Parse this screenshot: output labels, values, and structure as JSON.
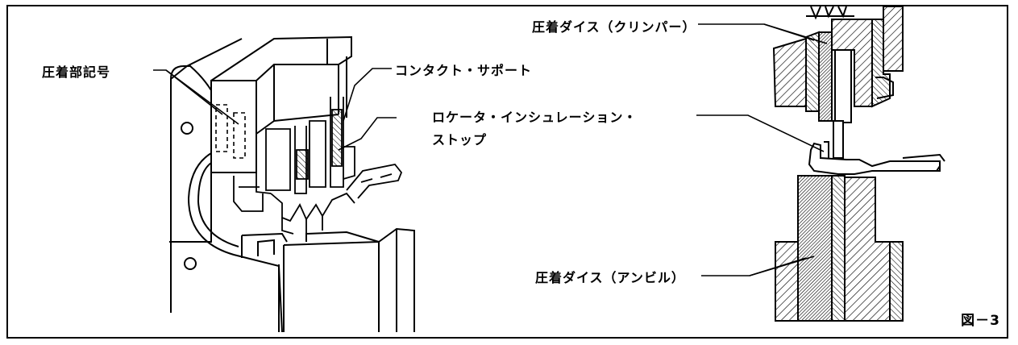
{
  "labels": {
    "crimp_mark": "圧着部記号",
    "contact_support": "コンタクト・サポート",
    "locator_line1": "ロケータ・インシュレーション・",
    "locator_line2": "ストップ",
    "die_crimper": "圧着ダイス（クリンパー）",
    "die_anvil": "圧着ダイス（アンビル）"
  },
  "figure_number": "図－3"
}
